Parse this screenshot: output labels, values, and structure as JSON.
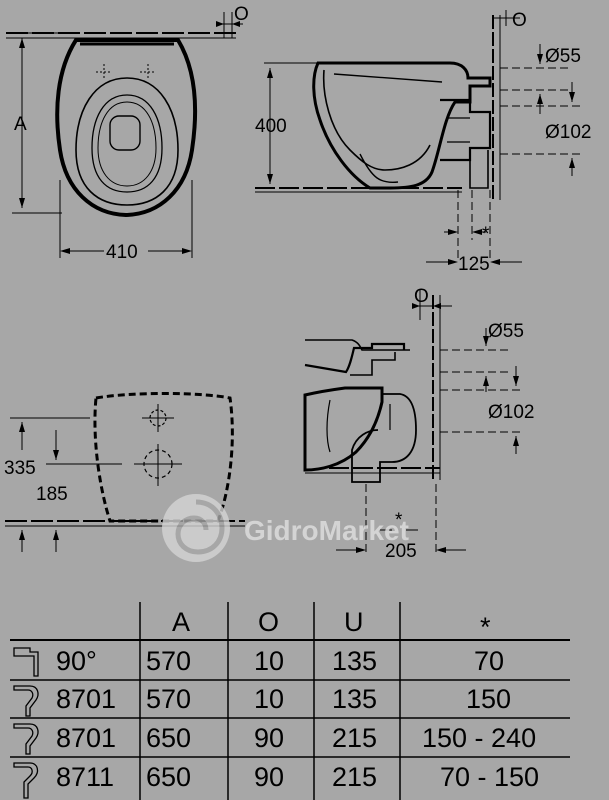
{
  "drawing": {
    "top_view": {
      "dim_a": "A",
      "dim_o": "O",
      "dim_width": "410"
    },
    "side_view_top": {
      "dim_o": "O",
      "dim_height": "400",
      "dim_d55": "Ø55",
      "dim_d102": "Ø102",
      "dim_star": "*",
      "dim_125": "125"
    },
    "rear_view": {
      "dim_335": "335",
      "dim_185": "185"
    },
    "side_view_bottom": {
      "dim_o": "O",
      "dim_d55": "Ø55",
      "dim_d102": "Ø102",
      "dim_star": "*",
      "dim_205": "205"
    },
    "watermark": "GidroMarket"
  },
  "table": {
    "headers": [
      "A",
      "O",
      "U",
      "*"
    ],
    "rows": [
      {
        "icon": "straight-outlet-icon",
        "type": "90°",
        "a": "570",
        "o": "10",
        "u": "135",
        "star": "70"
      },
      {
        "icon": "s-trap-icon",
        "type": "8701",
        "a": "570",
        "o": "10",
        "u": "135",
        "star": "150"
      },
      {
        "icon": "s-trap-icon",
        "type": "8701",
        "a": "650",
        "o": "90",
        "u": "215",
        "star": "150 - 240"
      },
      {
        "icon": "p-trap-icon",
        "type": "8711",
        "a": "650",
        "o": "90",
        "u": "215",
        "star": "70 - 150"
      }
    ]
  }
}
